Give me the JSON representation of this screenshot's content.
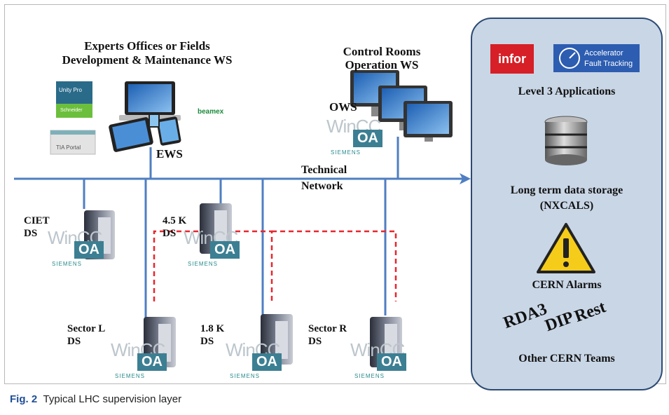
{
  "figure": {
    "caption_label": "Fig. 2",
    "caption_text": "Typical LHC supervision layer"
  },
  "workstations": {
    "experts_title_line1": "Experts Offices or Fields",
    "experts_title_line2": "Development & Maintenance WS",
    "ews_label": "EWS",
    "control_title_line1": "Control Rooms",
    "control_title_line2": "Operation WS",
    "ows_label": "OWS",
    "tia_portal": "TIA Portal",
    "beamex": "beamex",
    "unity_pro": "Unity Pro",
    "schneider": "Schneider"
  },
  "network": {
    "label_line1": "Technical",
    "label_line2": "Network"
  },
  "servers": {
    "ciet": "CIET\nDS",
    "k45": "4.5 K\nDS",
    "sector_l": "Sector L\nDS",
    "k18": "1.8 K\nDS",
    "sector_r": "Sector R\nDS"
  },
  "winccoa_badge": {
    "wincc": "WinCC",
    "oa": "OA",
    "siemens": "SIEMENS"
  },
  "right_panel": {
    "infor_logo": "infor",
    "aft_line1": "Accelerator",
    "aft_line2": "Fault Tracking",
    "level3": "Level 3 Applications",
    "storage_line1": "Long term data storage",
    "storage_line2": "(NXCALS)",
    "alarms": "CERN Alarms",
    "protocol_rda3": "RDA3",
    "protocol_dip": "DIP",
    "protocol_rest": "Rest",
    "other_teams": "Other CERN Teams"
  },
  "colors": {
    "network_line": "#4f7ec2",
    "link_dashed": "#e8262d",
    "panel_fill": "#c9d6e6",
    "panel_border": "#2c4a73",
    "infor_red": "#d61f26",
    "aft_blue": "#2d5db1",
    "caption_accent": "#1f4e96"
  }
}
